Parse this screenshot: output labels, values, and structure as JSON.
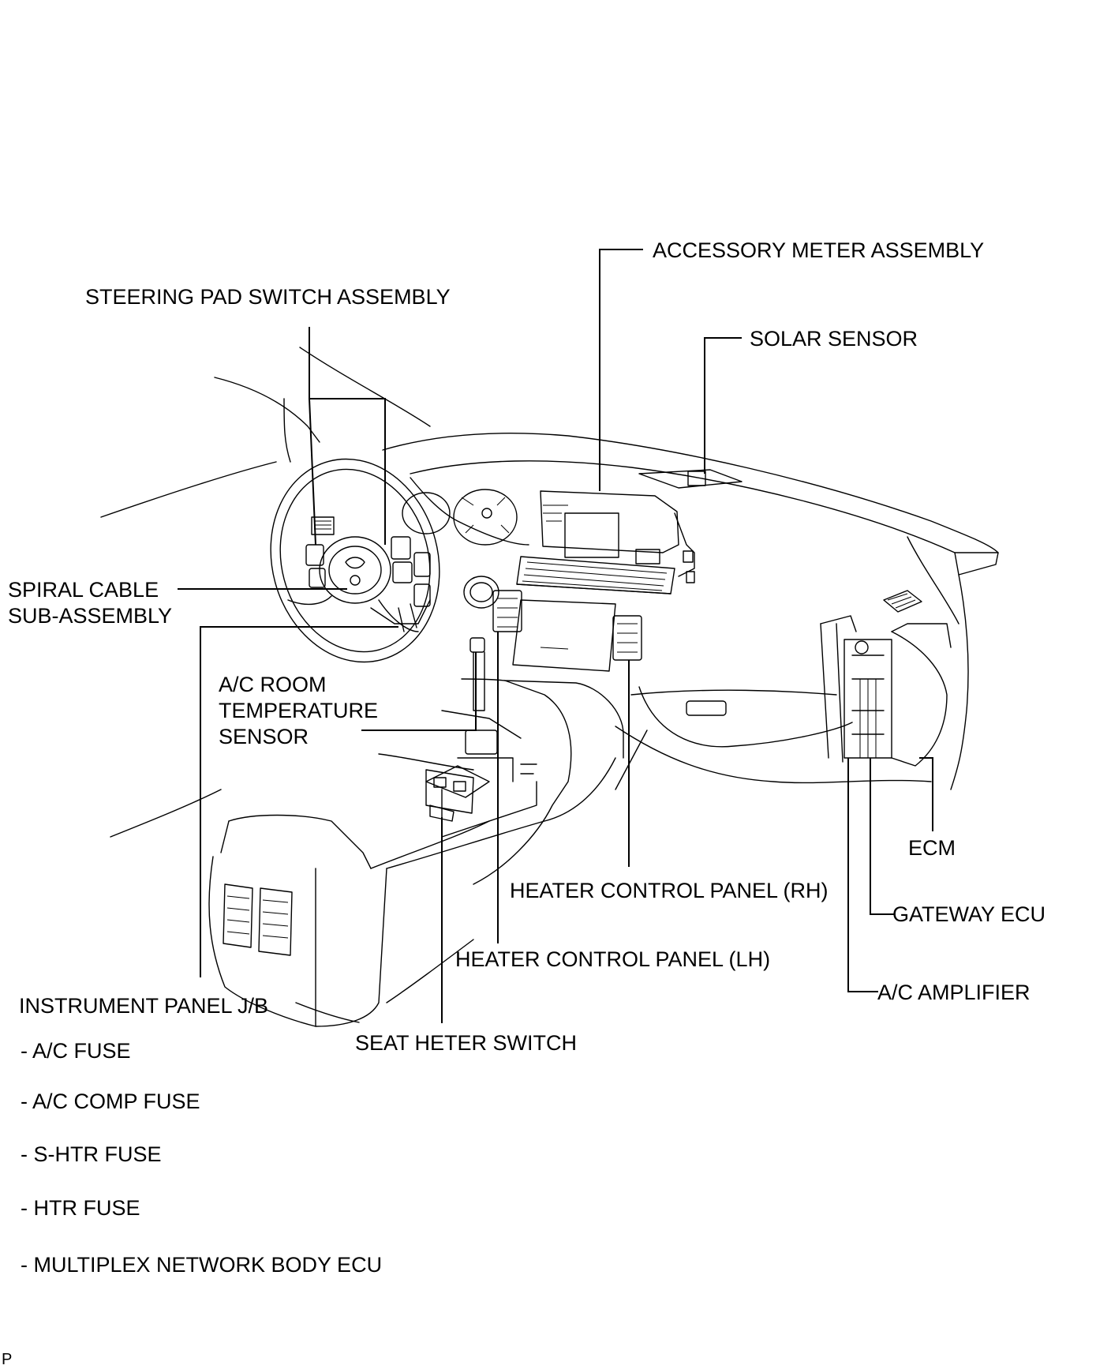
{
  "labels": {
    "accessory_meter": "ACCESSORY METER ASSEMBLY",
    "steering_pad": "STEERING PAD SWITCH ASSEMBLY",
    "solar_sensor": "SOLAR SENSOR",
    "spiral_cable_1": "SPIRAL CABLE",
    "spiral_cable_2": "SUB-ASSEMBLY",
    "room_temp_1": "A/C ROOM",
    "room_temp_2": "TEMPERATURE",
    "room_temp_3": "SENSOR",
    "ecm": "ECM",
    "heater_rh": "HEATER CONTROL PANEL (RH)",
    "gateway_ecu": "GATEWAY ECU",
    "heater_lh": "HEATER CONTROL PANEL (LH)",
    "ac_amplifier": "A/C AMPLIFIER",
    "instrument_jb": "INSTRUMENT PANEL J/B",
    "seat_heater": "SEAT HETER SWITCH"
  },
  "jb_items": [
    "- A/C FUSE",
    "- A/C COMP FUSE",
    "- S-HTR FUSE",
    "- HTR FUSE",
    "- MULTIPLEX NETWORK BODY ECU"
  ],
  "corner_mark": "P"
}
